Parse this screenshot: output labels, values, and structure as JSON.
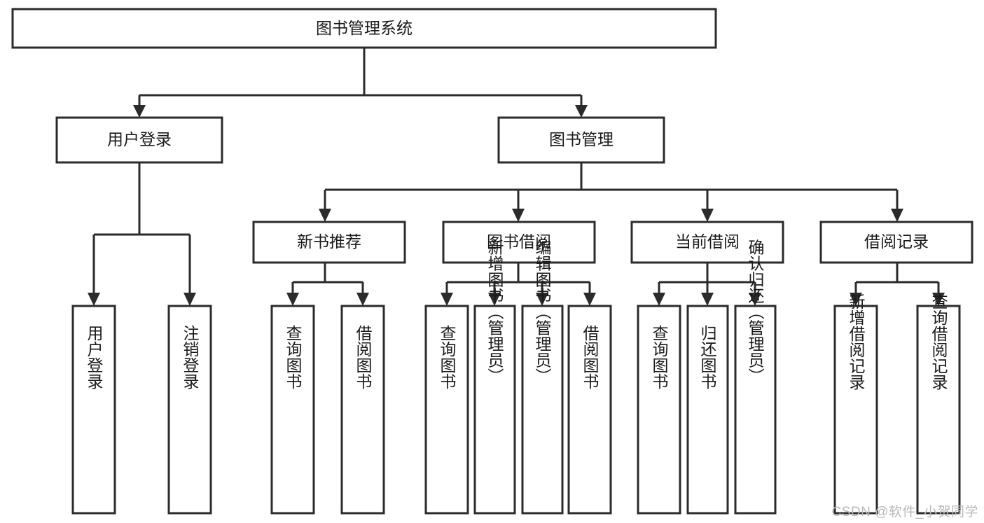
{
  "diagram": {
    "type": "tree",
    "title": "图书管理系统",
    "watermark": "CSDN @软件_小贺同学",
    "colors": {
      "stroke": "#2b2b2b",
      "box_fill": "#ffffff",
      "text": "#1a1a1a",
      "watermark": "#b9b9b9",
      "background": "#ffffff"
    },
    "root": {
      "label": "图书管理系统"
    },
    "level1": [
      {
        "label": "用户登录"
      },
      {
        "label": "图书管理"
      }
    ],
    "level2": [
      {
        "label": "新书推荐"
      },
      {
        "label": "图书借阅"
      },
      {
        "label": "当前借阅"
      },
      {
        "label": "借阅记录"
      }
    ],
    "leaves": {
      "user_login": [
        {
          "label": "用户登录"
        },
        {
          "label": "注销登录"
        }
      ],
      "new_book_recommend": [
        {
          "label": "查询图书"
        },
        {
          "label": "借阅图书"
        }
      ],
      "book_borrow": [
        {
          "label": "查询图书"
        },
        {
          "label": "新增图书（管理员）"
        },
        {
          "label": "编辑图书（管理员）"
        },
        {
          "label": "借阅图书"
        }
      ],
      "current_borrow": [
        {
          "label": "查询图书"
        },
        {
          "label": "归还图书"
        },
        {
          "label": "确认归还（管理员）"
        }
      ],
      "borrow_record": [
        {
          "label": "新增借阅记录"
        },
        {
          "label": "查询借阅记录"
        }
      ]
    }
  }
}
